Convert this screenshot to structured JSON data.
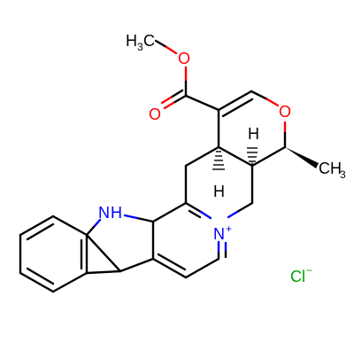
{
  "molecule": {
    "atoms": {
      "methyl_ester": "H",
      "methyl_ester_sub": "3",
      "methyl_ester_c": "C",
      "ester_o_single": "O",
      "ester_o_double": "O",
      "ring_o": "O",
      "stereo_h_top": "H",
      "stereo_h_bottom": "H",
      "methyl": "CH",
      "methyl_sub": "3",
      "nh_n": "N",
      "nh_h": "H",
      "pyridinium_n": "N",
      "pyridinium_charge": "+",
      "chloride": "Cl",
      "chloride_charge": "−"
    },
    "colors": {
      "carbon": "#000000",
      "oxygen": "#ff0000",
      "nitrogen": "#0000ff",
      "chlorine": "#00a000"
    }
  }
}
